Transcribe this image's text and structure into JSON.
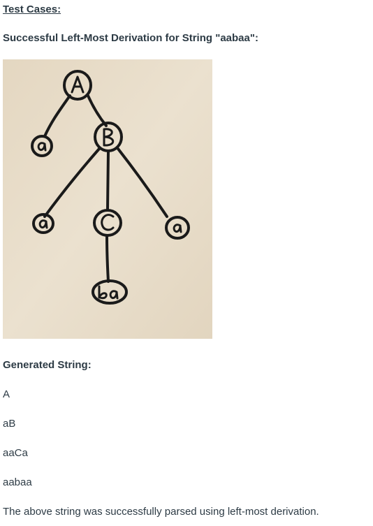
{
  "document": {
    "test_cases_heading": "Test Cases:",
    "derivation_heading": "Successful Left-Most Derivation for String \"aabaa\":",
    "tree_image": {
      "icon": "hand-drawn-parse-tree",
      "background_color": "#e7dcc8",
      "ink_color": "#1a1a1a",
      "nodes": [
        "A",
        "a",
        "B",
        "a",
        "C",
        "a",
        "ba"
      ]
    },
    "generated_heading": "Generated String:",
    "steps": [
      "A",
      "aB",
      "aaCa",
      "aabaa"
    ],
    "conclusion": "The above string was successfully parsed using left-most derivation."
  }
}
